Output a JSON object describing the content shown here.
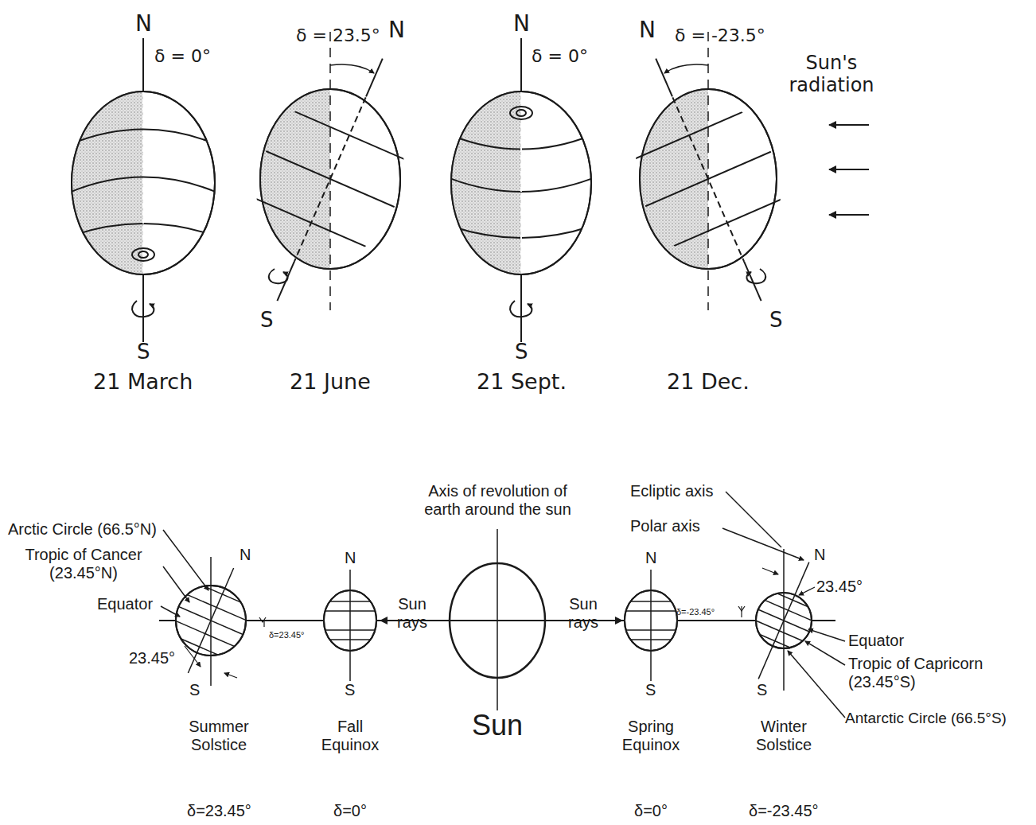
{
  "diagram": {
    "nodes": [
      {
        "text": [
          "Sun"
        ]
      }
    ],
    "labels": [
      "N",
      "δ = 0°",
      "δ = 23.5°",
      "N",
      "N",
      "δ = 0°",
      "N",
      "δ = -23.5°",
      "Sun's radiation",
      "S",
      "S",
      "S",
      "S",
      "21 March",
      "21 June",
      "21 Sept.",
      "21 Dec.",
      "Axis of revolution of earth around the sun",
      "Ecliptic axis",
      "Polar axis",
      "Arctic Circle (66.5°N)",
      "Tropic of Cancer (23.45°N)",
      "Equator",
      "N",
      "N",
      "Sun rays",
      "Sun rays",
      "N",
      "N",
      "23.45°",
      "δ=-23.45°",
      "δ=23.45°",
      "23.45°",
      "S",
      "S",
      "S",
      "S",
      "Equator",
      "Tropic of Capricorn (23.45°S)",
      "Antarctic Circle (66.5°S)",
      "Summer Solstice",
      "Fall Equinox",
      "Spring Equinox",
      "Winter Solstice",
      "δ=23.45°",
      "δ=0°",
      "δ=0°",
      "δ=-23.45°"
    ]
  }
}
